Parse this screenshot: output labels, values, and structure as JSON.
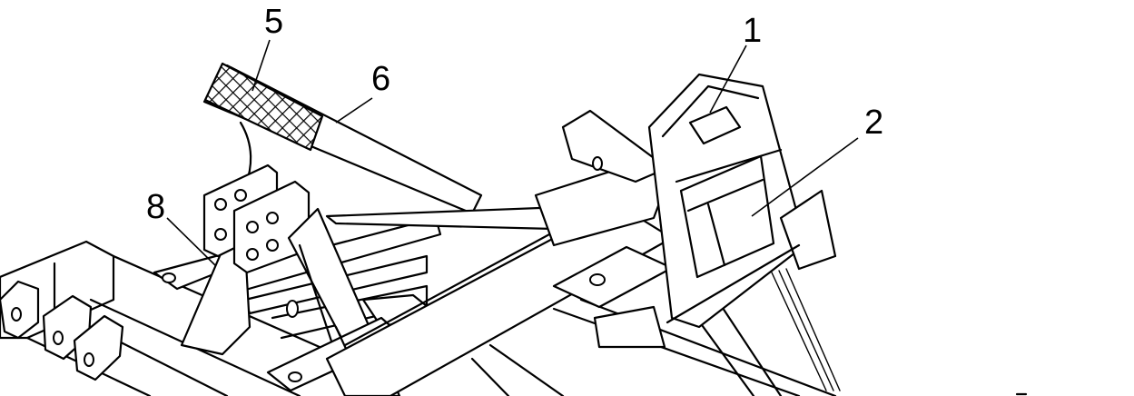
{
  "callouts": {
    "c1": "1",
    "c2": "2",
    "c5": "5",
    "c6": "6",
    "c8": "8"
  }
}
